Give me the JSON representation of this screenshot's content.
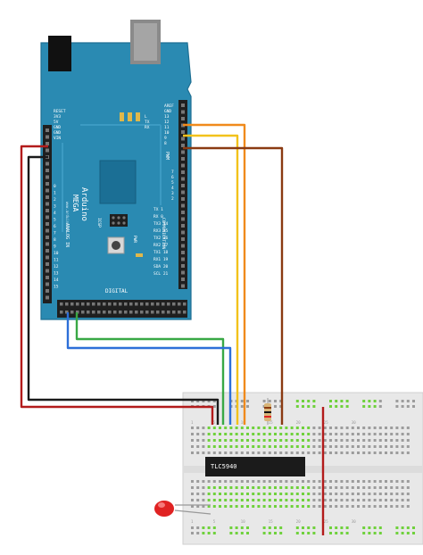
{
  "board": {
    "name": "Arduino",
    "model": "MEGA",
    "brand_sub": "www.arduino.cc",
    "icsp": "ICSP",
    "digital": "DIGITAL",
    "pwm": "PWM",
    "communication": "COMMUNICATION",
    "analog_in": "ANALOG IN",
    "power_label": "PWR",
    "power_pins": [
      "RESET",
      "3V3",
      "5V",
      "GND",
      "GND",
      "VIN"
    ],
    "top_header_pins": [
      "AREF",
      "GND",
      "13",
      "12",
      "11",
      "10",
      "9",
      "8"
    ],
    "pwm_pins": [
      "7",
      "6",
      "5",
      "4",
      "3",
      "2"
    ],
    "comm_pins": [
      "TX 1",
      "RX 0",
      "TX3 14",
      "RX3 15",
      "TX2 16",
      "RX2 17",
      "TX1 18",
      "RX1 19",
      "SDA 20",
      "SCL 21"
    ],
    "led_labels": [
      "L",
      "TX",
      "RX"
    ],
    "analog_pins": [
      "0",
      "1",
      "2",
      "3",
      "4",
      "5",
      "6",
      "7",
      "8",
      "9",
      "10",
      "11",
      "12",
      "13",
      "14",
      "15"
    ]
  },
  "breadboard": {
    "chip_label": "TLC5940",
    "column_numbers": [
      "1",
      "5",
      "10",
      "15",
      "20",
      "25",
      "30"
    ]
  },
  "colors": {
    "board": "#2a8ab2",
    "board_dark": "#1e6f93",
    "header": "#1f1f1f",
    "wire_red": "#b31b1b",
    "wire_black": "#1a1a1a",
    "wire_orange": "#f08a1c",
    "wire_yellow": "#f2c21b",
    "wire_brown": "#8a3a12",
    "wire_green": "#39a845",
    "wire_blue": "#2d6fd8",
    "breadboard": "#e8e8e8",
    "hole_green": "#6fd13c",
    "led": "#e02222",
    "chip": "#1b1b1b"
  }
}
